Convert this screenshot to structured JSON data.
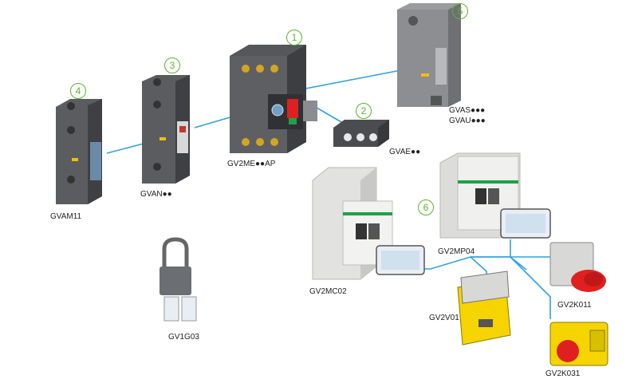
{
  "colors": {
    "connector": "#2fa2e0",
    "badge": "#5cb32e",
    "device_dark": "#4a4c50",
    "device_mid": "#6b6e73",
    "enclosure": "#e8e8e6",
    "accent_green": "#1fa14a",
    "red": "#e02020",
    "yellow": "#f5d400"
  },
  "badges": [
    "1",
    "2",
    "3",
    "4",
    "5",
    "6"
  ],
  "labels": {
    "gvam11": "GVAM11",
    "gvan": "GVAN●●",
    "gv2me": "GV2ME●●AP",
    "gvae": "GVAE●●",
    "gvas": "GVAS●●●",
    "gvau": "GVAU●●●",
    "gv2mc02": "GV2MC02",
    "gv2mp04": "GV2MP04",
    "gv2v01": "GV2V01",
    "gv2k011": "GV2K011",
    "gv2k031": "GV2K031",
    "gv1g03": "GV1G03"
  }
}
